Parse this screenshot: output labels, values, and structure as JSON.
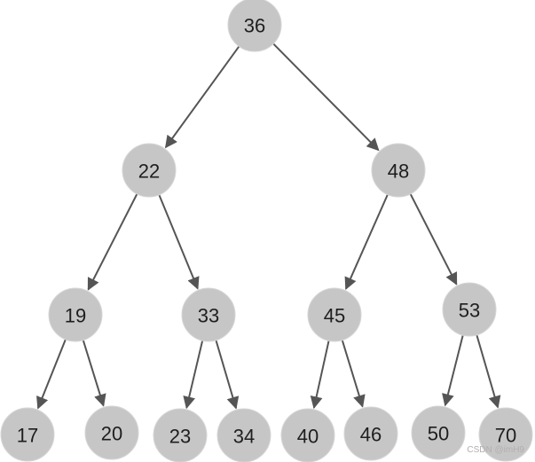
{
  "nodes": [
    {
      "id": "n36",
      "label": "36"
    },
    {
      "id": "n22",
      "label": "22"
    },
    {
      "id": "n48",
      "label": "48"
    },
    {
      "id": "n19",
      "label": "19"
    },
    {
      "id": "n33",
      "label": "33"
    },
    {
      "id": "n45",
      "label": "45"
    },
    {
      "id": "n53",
      "label": "53"
    },
    {
      "id": "n17",
      "label": "17"
    },
    {
      "id": "n20",
      "label": "20"
    },
    {
      "id": "n23",
      "label": "23"
    },
    {
      "id": "n34",
      "label": "34"
    },
    {
      "id": "n40",
      "label": "40"
    },
    {
      "id": "n46",
      "label": "46"
    },
    {
      "id": "n50",
      "label": "50"
    },
    {
      "id": "n70",
      "label": "70"
    }
  ],
  "edges": [
    {
      "from": "n36",
      "to": "n22"
    },
    {
      "from": "n36",
      "to": "n48"
    },
    {
      "from": "n22",
      "to": "n19"
    },
    {
      "from": "n22",
      "to": "n33"
    },
    {
      "from": "n48",
      "to": "n45"
    },
    {
      "from": "n48",
      "to": "n53"
    },
    {
      "from": "n19",
      "to": "n17"
    },
    {
      "from": "n19",
      "to": "n20"
    },
    {
      "from": "n33",
      "to": "n23"
    },
    {
      "from": "n33",
      "to": "n34"
    },
    {
      "from": "n45",
      "to": "n40"
    },
    {
      "from": "n45",
      "to": "n46"
    },
    {
      "from": "n53",
      "to": "n50"
    },
    {
      "from": "n53",
      "to": "n70"
    }
  ],
  "colors": {
    "node_fill": "#c6c6c6",
    "edge": "#555555",
    "label": "#1e1e1e"
  },
  "watermark": "CSDN @imH9"
}
